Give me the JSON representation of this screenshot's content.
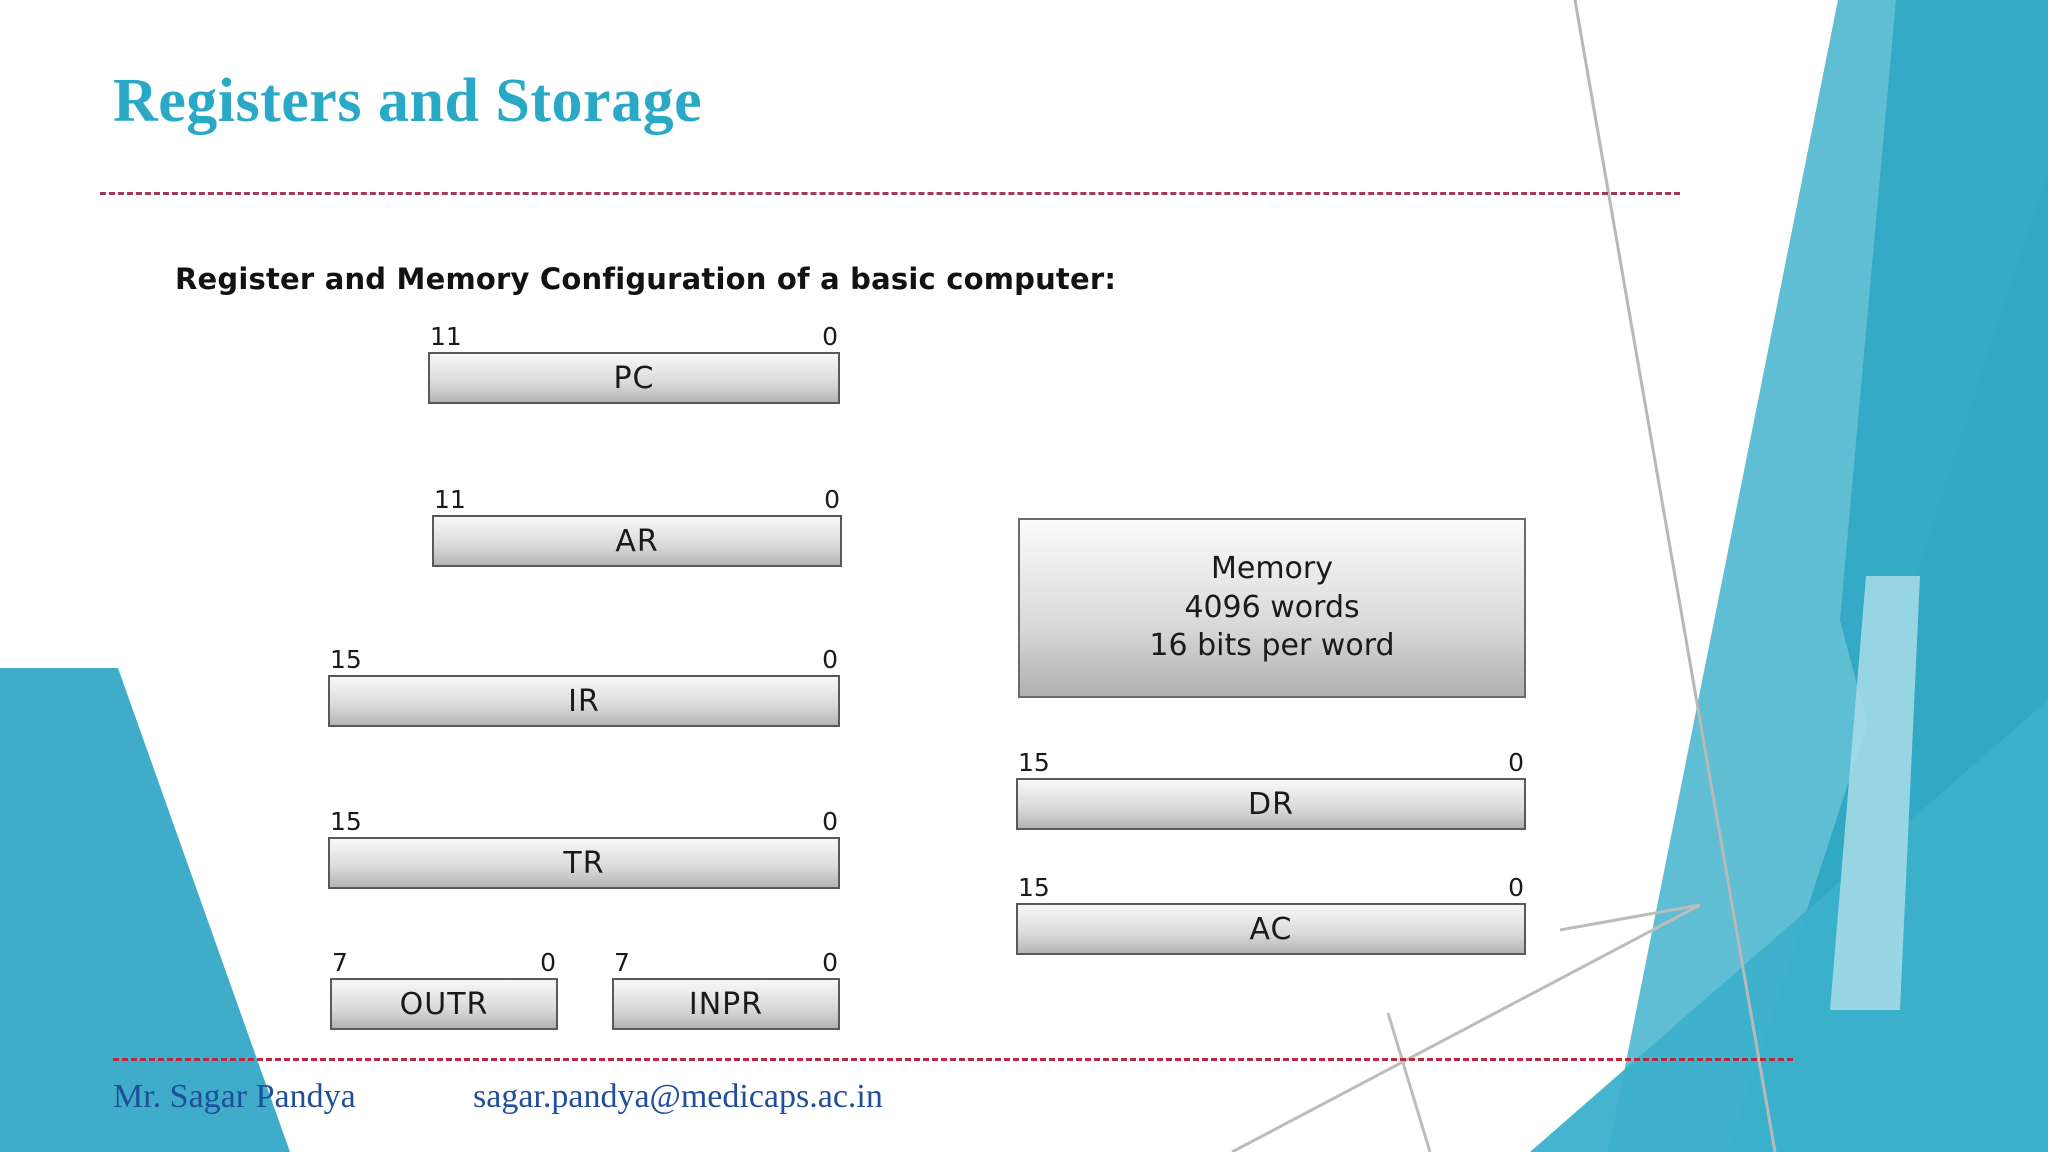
{
  "slide": {
    "title": "Registers and Storage",
    "subtitle": "Register and Memory Configuration of a basic  computer:"
  },
  "theme": {
    "title_color": "#29a9c6",
    "rule_color": "#a33a55",
    "footer_rule_color": "#c0263c",
    "footer_text_color": "#1f4e9c",
    "accent_teal_dark": "#31a8c4",
    "accent_teal_mid": "#5fbdd4",
    "accent_teal_light": "#8ed3e2",
    "box_border": "#595959"
  },
  "diagram": {
    "registers": [
      {
        "id": "pc",
        "name": "PC",
        "bit_high": "11",
        "bit_low": "0"
      },
      {
        "id": "ar",
        "name": "AR",
        "bit_high": "11",
        "bit_low": "0"
      },
      {
        "id": "ir",
        "name": "IR",
        "bit_high": "15",
        "bit_low": "0"
      },
      {
        "id": "tr",
        "name": "TR",
        "bit_high": "15",
        "bit_low": "0"
      },
      {
        "id": "outr",
        "name": "OUTR",
        "bit_high": "7",
        "bit_low": "0"
      },
      {
        "id": "inpr",
        "name": "INPR",
        "bit_high": "7",
        "bit_low": "0"
      },
      {
        "id": "dr",
        "name": "DR",
        "bit_high": "15",
        "bit_low": "0"
      },
      {
        "id": "ac",
        "name": "AC",
        "bit_high": "15",
        "bit_low": "0"
      }
    ],
    "memory": {
      "line1": "Memory",
      "line2": "4096 words",
      "line3": "16 bits per word"
    }
  },
  "footer": {
    "presenter": "Mr. Sagar Pandya",
    "email": "sagar.pandya@medicaps.ac.in"
  }
}
